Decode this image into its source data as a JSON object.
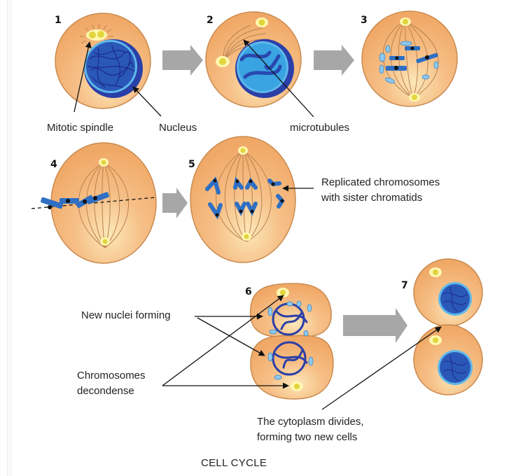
{
  "title": "CELL CYCLE",
  "colors": {
    "cell_fill": "#f2b27a",
    "cell_stroke": "#c98a4f",
    "nucleus_dark": "#2b3fa8",
    "nucleus_light": "#3fa7e6",
    "chromosome": "#2f6fc4",
    "centrosome": "#f6ee7a",
    "arrow_gray": "#a7a7a7"
  },
  "stages": [
    {
      "number": "1"
    },
    {
      "number": "2"
    },
    {
      "number": "3"
    },
    {
      "number": "4"
    },
    {
      "number": "5"
    },
    {
      "number": "6"
    },
    {
      "number": "7"
    }
  ],
  "labels": {
    "mitotic_spindle": "Mitotic spindle",
    "nucleus": "Nucleus",
    "microtubules": "microtubules",
    "replicated_line1": "Replicated chromosomes",
    "replicated_line2": "with sister chromatids",
    "new_nuclei": "New nuclei forming",
    "chromosomes_line1": "Chromosomes",
    "chromosomes_line2": "decondense",
    "cytoplasm_line1": "The cytoplasm divides,",
    "cytoplasm_line2": "forming two new cells"
  }
}
